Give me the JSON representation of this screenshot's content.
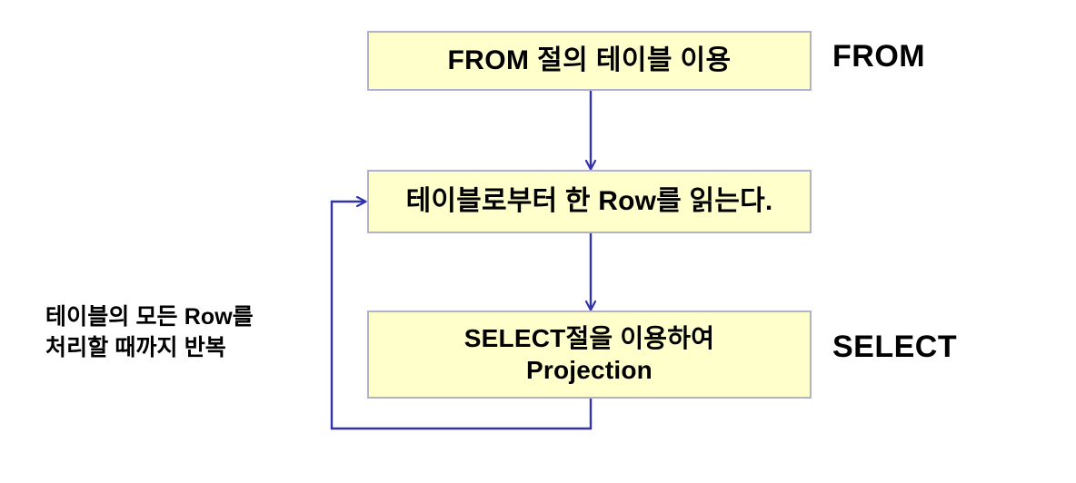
{
  "diagram": {
    "title": "SQL SELECT statement processing order flowchart",
    "colors": {
      "node_fill": "#ffffcc",
      "node_border": "#b0b0d0",
      "connector": "#3333aa",
      "text": "#000000",
      "background": "#ffffff"
    },
    "nodes": [
      {
        "id": "from",
        "label": "FROM 절의 테이블 이용"
      },
      {
        "id": "read",
        "label": "테이블로부터 한 Row를 읽는다."
      },
      {
        "id": "select",
        "label": "SELECT절을 이용하여\nProjection"
      }
    ],
    "side_labels": [
      {
        "id": "from-keyword",
        "text": "FROM"
      },
      {
        "id": "select-keyword",
        "text": "SELECT"
      }
    ],
    "loop_annotation": {
      "text": "테이블의 모든 Row를\n처리할 때까지 반복"
    },
    "connectors": [
      {
        "id": "from-to-read",
        "from": "from",
        "to": "read",
        "direction": "down"
      },
      {
        "id": "read-to-select",
        "from": "read",
        "to": "select",
        "direction": "down"
      },
      {
        "id": "select-back-to-read",
        "from": "select",
        "to": "read",
        "direction": "loop-left-up"
      }
    ]
  }
}
